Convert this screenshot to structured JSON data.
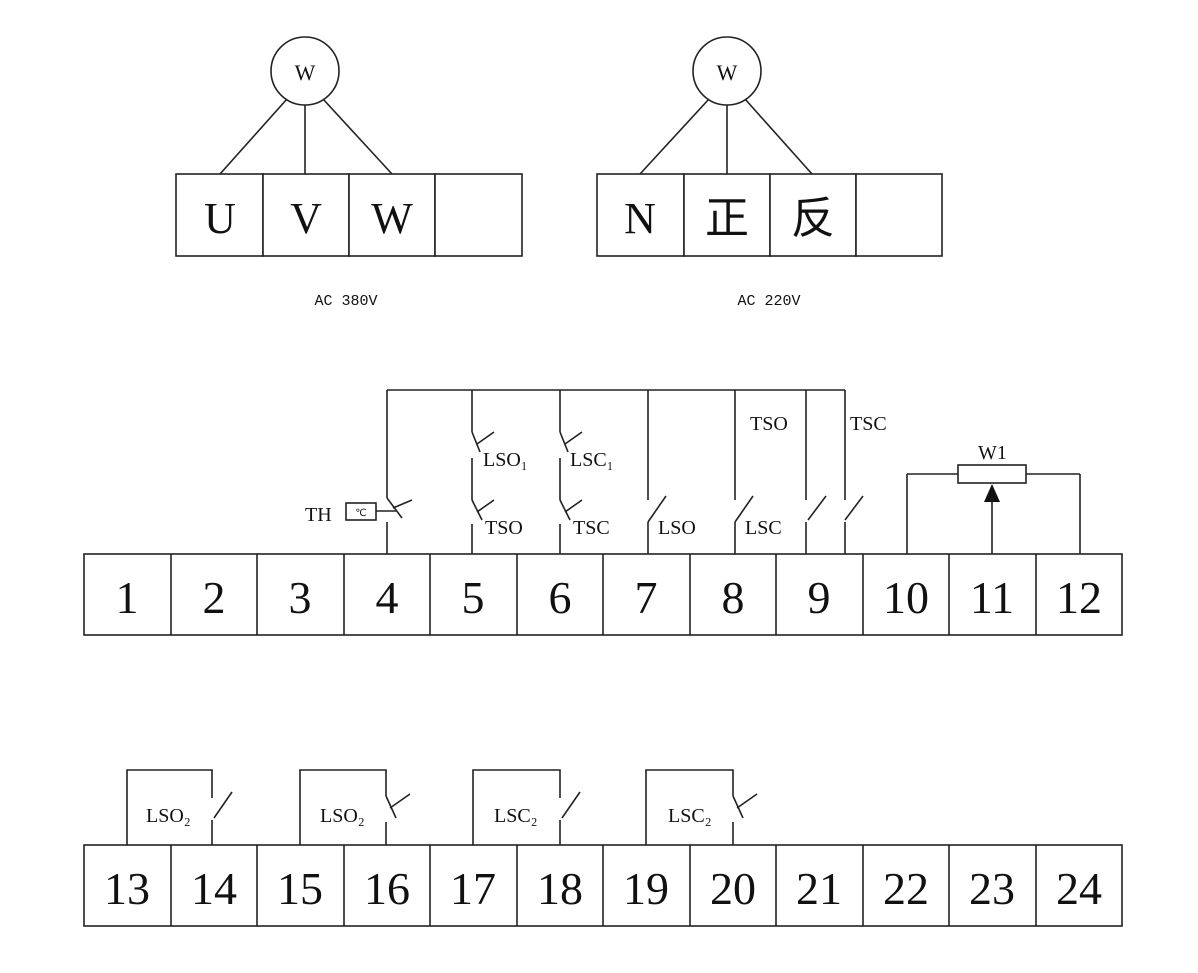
{
  "supply_380": {
    "motor_label": "W",
    "terminals": [
      "U",
      "V",
      "W",
      ""
    ],
    "caption": "AC 380V"
  },
  "supply_220": {
    "motor_label": "W",
    "terminals": [
      "N",
      "正",
      "反",
      ""
    ],
    "caption": "AC 220V"
  },
  "control_terminals": [
    "1",
    "2",
    "3",
    "4",
    "5",
    "6",
    "7",
    "8",
    "9",
    "10",
    "11",
    "12"
  ],
  "control_labels": {
    "th": "TH",
    "th_symbol": "℃",
    "lso1": "LSO₁",
    "lsc1": "LSC₁",
    "tso_5": "TSO",
    "tsc_6": "TSC",
    "lso_7": "LSO",
    "lsc_8": "LSC",
    "tso_top": "TSO",
    "tsc_top": "TSC",
    "w1": "W1"
  },
  "aux_terminals": [
    "13",
    "14",
    "15",
    "16",
    "17",
    "18",
    "19",
    "20",
    "21",
    "22",
    "23",
    "24"
  ],
  "aux_labels": {
    "c1": "LSO₂",
    "c2": "LSO₂",
    "c3": "LSC₂",
    "c4": "LSC₂"
  }
}
